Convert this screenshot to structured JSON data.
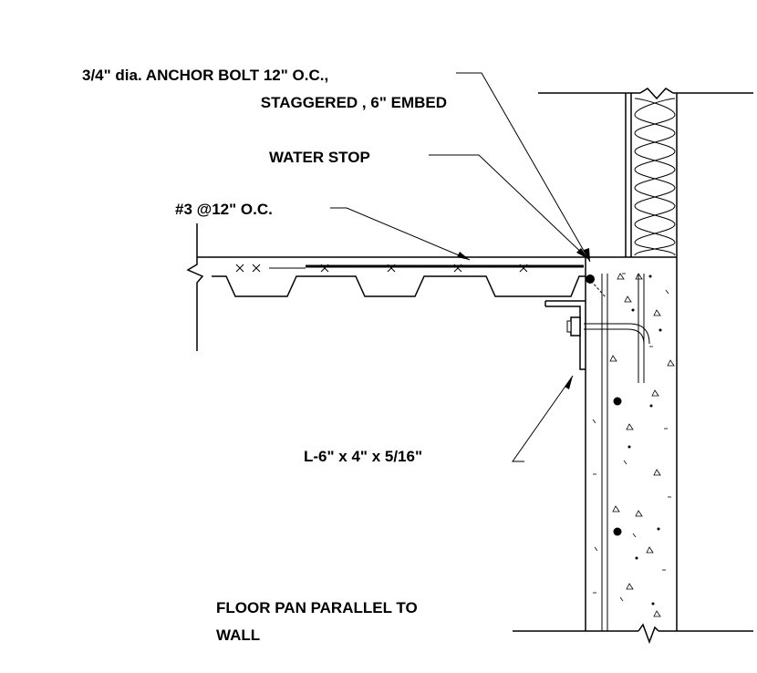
{
  "labels": {
    "anchor_bolt_line1": "3/4\" dia. ANCHOR BOLT 12\" O.C.,",
    "anchor_bolt_line2": "STAGGERED , 6\" EMBED",
    "water_stop": "WATER STOP",
    "rebar": "#3 @12\" O.C.",
    "angle": "L-6\" x 4\" x 5/16\"",
    "floor_pan_line1": "FLOOR PAN PARALLEL TO",
    "floor_pan_line2": "WALL"
  },
  "colors": {
    "ink": "#000000",
    "paper": "#ffffff"
  }
}
